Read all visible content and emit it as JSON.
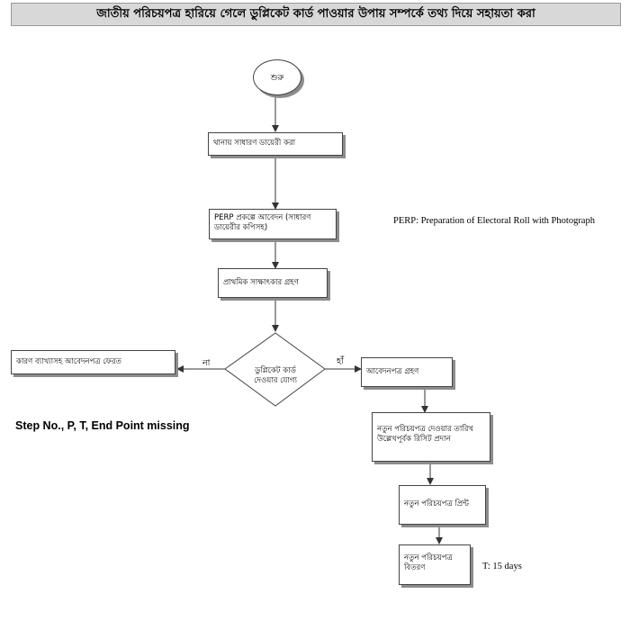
{
  "title": "জাতীয় পরিচয়পত্র হারিয়ে গেলে ডুপ্লিকেট কার্ড পাওয়ার উপায় সম্পর্কে তথ্য দিয়ে সহায়তা করা",
  "flowchart": {
    "start": "শুরু",
    "step1": "থানায় সাধারণ ডায়েরী করা",
    "step2_line1": "PERP প্রকল্পে আবেদন (সাধারণ",
    "step2_line2": "ডায়েরীর কপিসহ)",
    "step3": "প্রাথমিক সাক্ষাৎকার গ্রহণ",
    "decision_line1": "ডুপ্লিকেট কার্ড",
    "decision_line2": "দেওয়ার যোগ্য",
    "no_label": "না",
    "yes_label": "হাঁ",
    "reject": "কারণ ব্যাখ্যাসহ আবেদনপত্র ফেরত",
    "accept": "আবেদনপত্র গ্রহণ",
    "receipt_line1": "নতুন পরিচয়পত্র দেওয়ার তারিখ",
    "receipt_line2": "উল্লেখপূর্বক রিসিট প্রদান",
    "print": "নতুন পরিচয়পত্র প্রিন্ট",
    "distribute_line1": "নতুন পরিচয়পত্র",
    "distribute_line2": "বিতরণ"
  },
  "notes": {
    "perp": "PERP: Preparation of Electoral Roll with Photograph",
    "time": "T: 15 days",
    "missing": "Step No., P, T, End Point missing"
  }
}
